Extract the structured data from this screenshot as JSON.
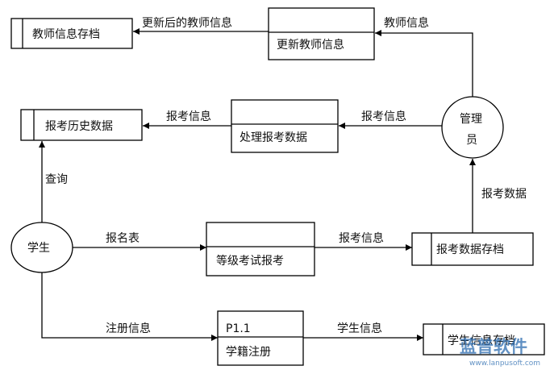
{
  "nodes": {
    "teacher_store": "教师信息存档",
    "update_teacher": "更新教师信息",
    "exam_history": "报考历史数据",
    "process_exam": "处理报考数据",
    "manager_1": "管理",
    "manager_2": "员",
    "student": "学生",
    "grade_exam": "等级考试报考",
    "exam_store": "报考数据存档",
    "p11_id": "P1.1",
    "p11_name": "学籍注册",
    "student_store": "学生信息存档"
  },
  "flows": {
    "updated_teacher_info": "更新后的教师信息",
    "teacher_info": "教师信息",
    "exam_info_left": "报考信息",
    "exam_info_right": "报考信息",
    "query": "查询",
    "exam_data": "报考数据",
    "application_form": "报名表",
    "exam_info_mid": "报考信息",
    "registration_info": "注册信息",
    "student_info": "学生信息"
  },
  "watermark": {
    "brand": "蓝普软件",
    "url": "www.lanpusoft.com"
  }
}
